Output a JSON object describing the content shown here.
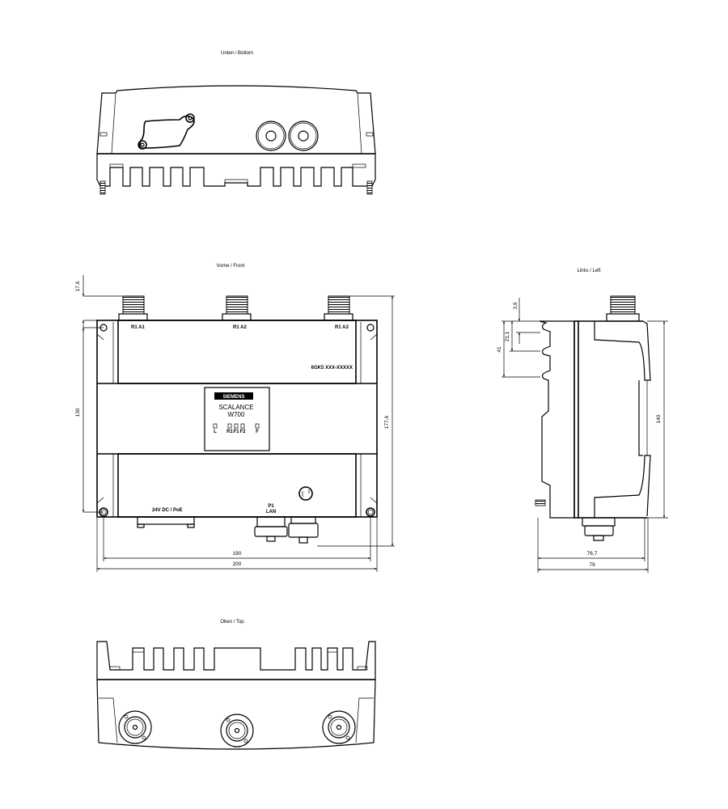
{
  "views": {
    "bottom": {
      "title": "Unten / Bottom"
    },
    "front": {
      "title": "Vorne / Front",
      "antenna_labels": [
        "R1 A1",
        "R1 A2",
        "R1 A3"
      ],
      "part_number": "6GK5 XXX-XXXXX",
      "brand": "SIEMENS",
      "product_line1": "SCALANCE",
      "product_line2": "W700",
      "led_labels": [
        "L",
        "R1",
        "F1",
        "F2",
        "F"
      ],
      "power_label": "24V DC / PoE",
      "port_label_top": "P1",
      "port_label_bottom": "LAN"
    },
    "left": {
      "title": "Links / Left"
    },
    "top": {
      "title": "Oben / Top"
    }
  },
  "dimensions": {
    "front_top_offset": "17,6",
    "front_height_inner": "130",
    "front_height_total": "177,6",
    "front_width_mount": "190",
    "front_width_total": "200",
    "left_slot_offset": "3,9",
    "left_slot_pitch": "21,1",
    "left_slot_span": "41",
    "left_height": "140",
    "left_depth_inner": "76,7",
    "left_depth_total": "79"
  }
}
